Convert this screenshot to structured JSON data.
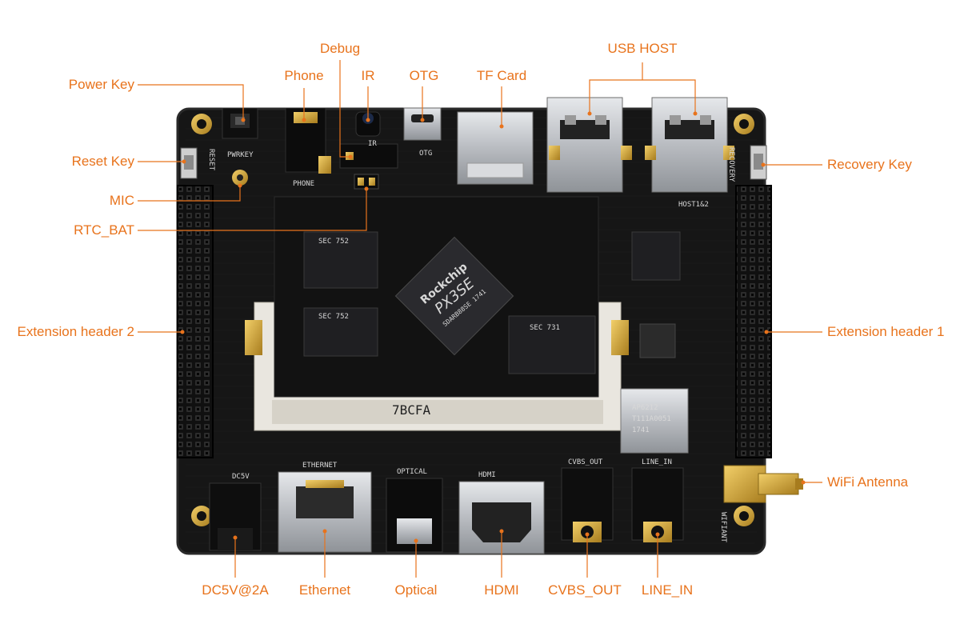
{
  "colors": {
    "label": "#e8731c",
    "leader": "#e8731c",
    "board": "#161616",
    "board_edge": "#2a2a2a",
    "gold": "#d7a83a",
    "metal": "#c9ccd0",
    "chip": "#1f1f22",
    "silk": "#d8d8d8"
  },
  "labels": {
    "power_key": "Power Key",
    "reset_key": "Reset Key",
    "mic": "MIC",
    "rtc_bat": "RTC_BAT",
    "ext_header_2": "Extension header 2",
    "dc5v": "DC5V@2A",
    "ethernet": "Ethernet",
    "optical": "Optical",
    "hdmi": "HDMI",
    "cvbs_out": "CVBS_OUT",
    "line_in": "LINE_IN",
    "wifi_antenna": "WiFi Antenna",
    "ext_header_1": "Extension header 1",
    "recovery_key": "Recovery Key",
    "usb_host": "USB HOST",
    "tf_card": "TF Card",
    "otg": "OTG",
    "ir": "IR",
    "debug": "Debug",
    "phone": "Phone"
  },
  "silkscreen": {
    "pwrkey": "PWRKEY",
    "reset": "RESET",
    "phone": "PHONE",
    "otg": "OTG",
    "ir": "IR",
    "recovery": "RECOVERY",
    "host1_2": "HOST1&2",
    "dc5v": "DC5V",
    "ethernet": "ETHERNET",
    "optical": "OPTICAL",
    "hdmi": "HDMI",
    "cvbs_out": "CVBS_OUT",
    "line_in": "LINE_IN",
    "wifiant": "WIFIANT",
    "soc_brand": "Rockchip",
    "soc_model": "PX3SE",
    "soc_code": "SDARB88SE 1741",
    "ram1": "SEC 752",
    "ram2": "SEC 752",
    "ram3": "SEC 731",
    "wifi_module": "AP6212",
    "wifi_code1": "T111A0051",
    "wifi_code2": "1741",
    "slot_text": "7BCFA"
  }
}
